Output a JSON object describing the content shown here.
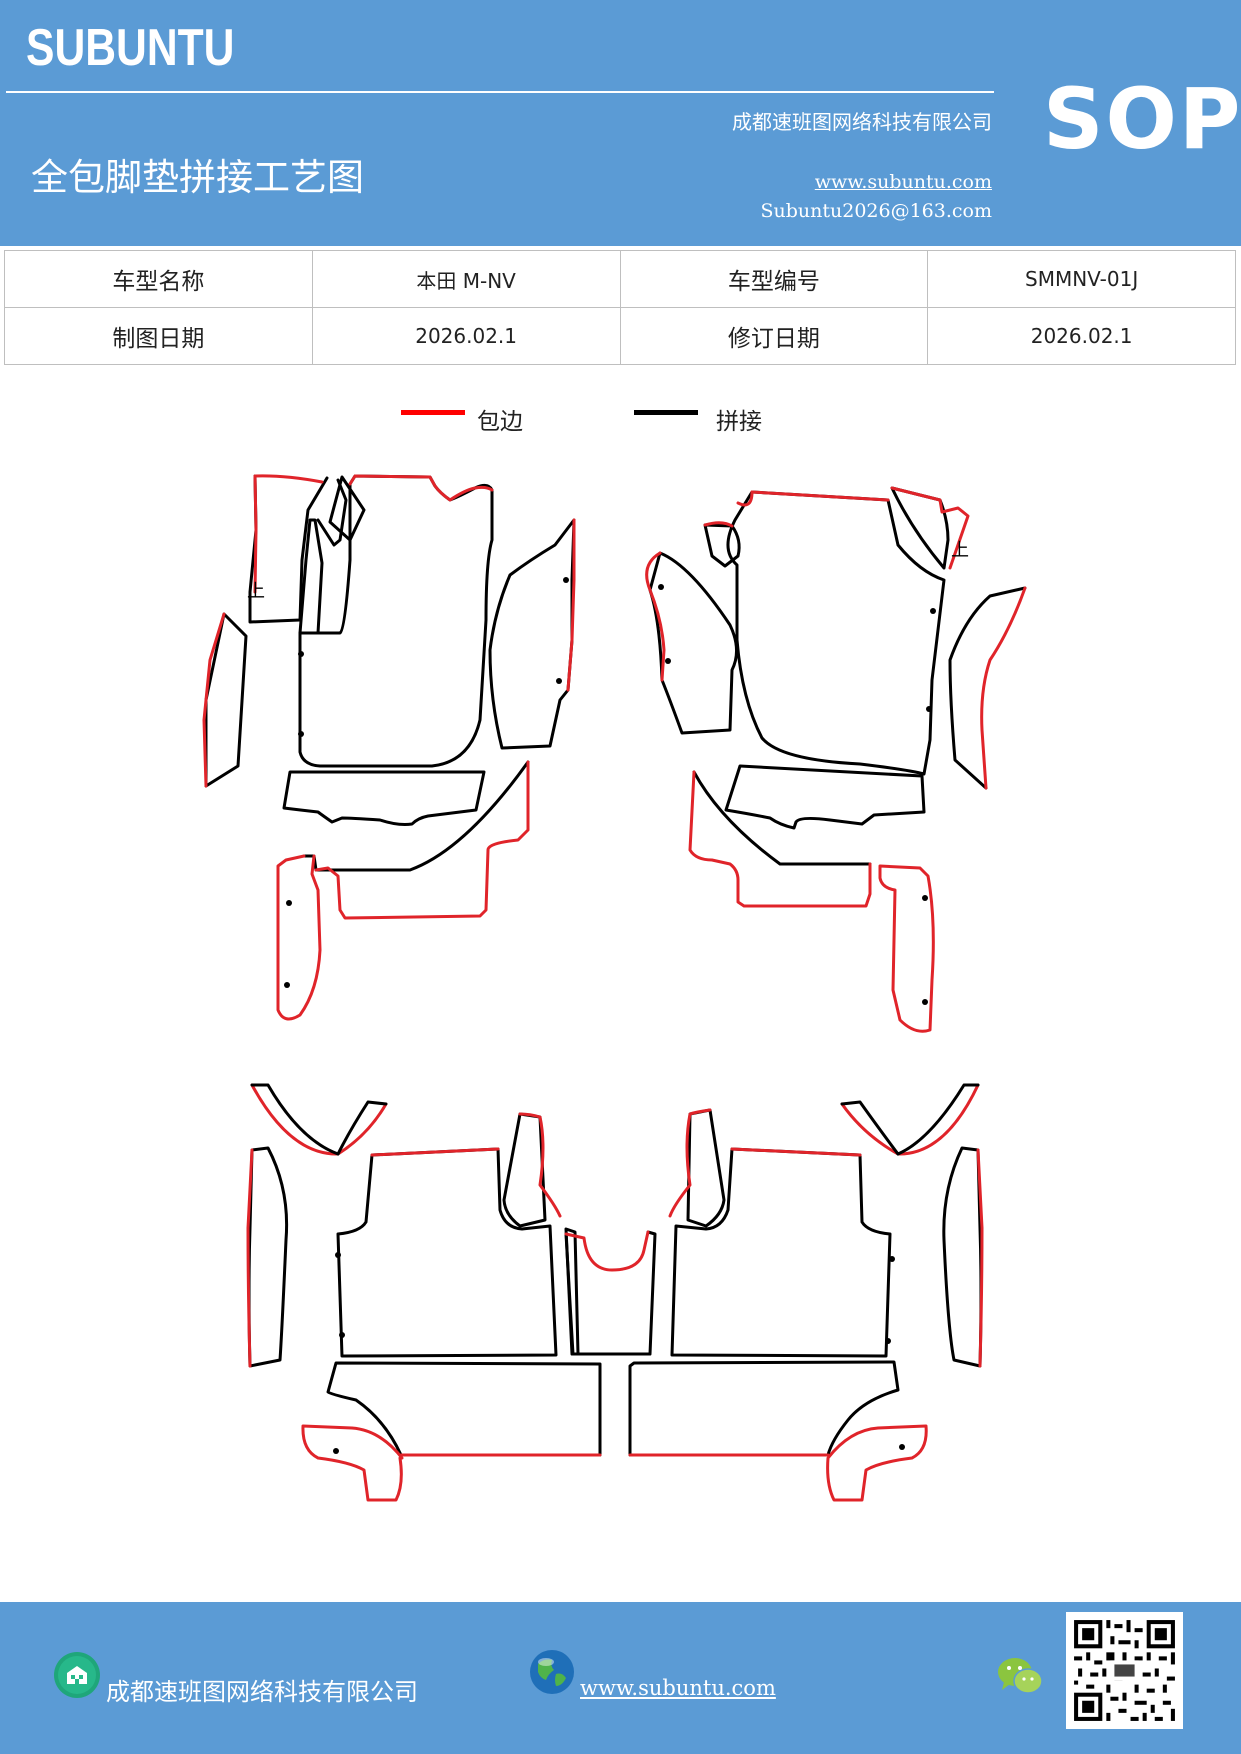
{
  "header": {
    "brand": "SUBUNTU",
    "sop": "SOP",
    "company": "成都速班图网络科技有限公司",
    "title": "全包脚垫拼接工艺图",
    "website": "www.subuntu.com",
    "email": "Subuntu2026@163.com"
  },
  "info_table": {
    "model_name_label": "车型名称",
    "model_name_value": "本田 M-NV",
    "model_code_label": "车型编号",
    "model_code_value": "SMMNV-01J",
    "draw_date_label": "制图日期",
    "draw_date_value": "2026.02.1",
    "revise_date_label": "修订日期",
    "revise_date_value": "2026.02.1"
  },
  "legend": {
    "edge_label": "包边",
    "edge_color": "#ff0000",
    "join_label": "拼接",
    "join_color": "#000000"
  },
  "drawing": {
    "up_mark": "上"
  },
  "footer": {
    "company": "成都速班图网络科技有限公司",
    "website": "www.subuntu.com ",
    "icons": [
      "building-icon",
      "globe-icon",
      "wechat-icon",
      "qr-code"
    ]
  }
}
